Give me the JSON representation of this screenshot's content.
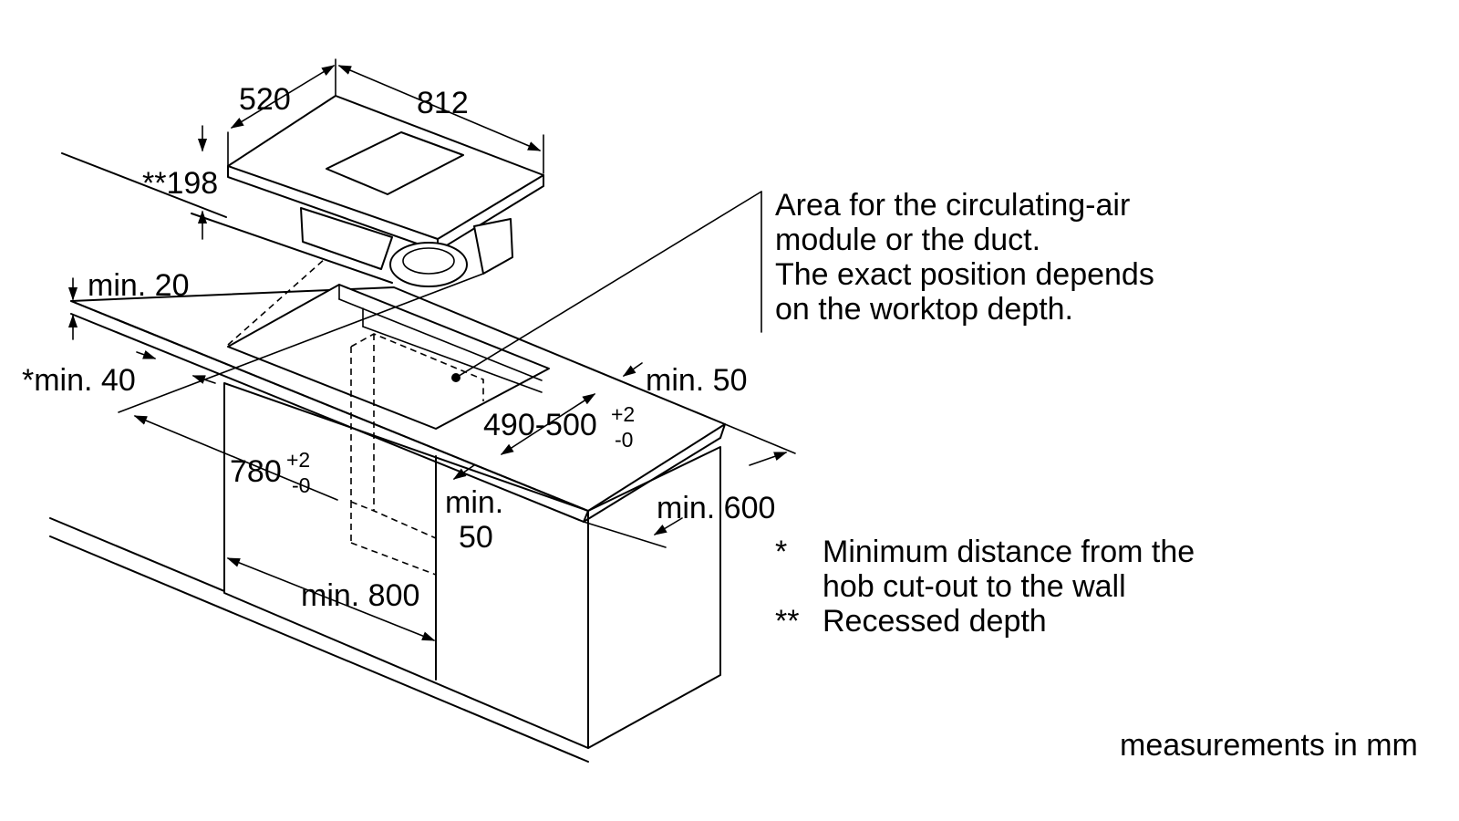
{
  "dimensions": {
    "hob_depth": "520",
    "hob_width": "812",
    "recessed_depth": "**198",
    "min_20": "min. 20",
    "min_40": "*min. 40",
    "min_50_right": "min. 50",
    "cutout_depth_main": "490-500",
    "cutout_depth_plus": "+2",
    "cutout_depth_minus": "-0",
    "cutout_width_main": "780",
    "cutout_width_plus": "+2",
    "cutout_width_minus": "-0",
    "min_50_front_line1": "min.",
    "min_50_front_line2": "50",
    "min_600": "min. 600",
    "min_800": "min. 800"
  },
  "area_note": [
    "Area for the circulating-air",
    "module or the duct.",
    "The exact position depends",
    "on the worktop depth."
  ],
  "legend": [
    {
      "symbol": "*",
      "text_line1": "Minimum distance from the",
      "text_line2": "hob cut-out to the wall"
    },
    {
      "symbol": "**",
      "text_line1": "Recessed depth",
      "text_line2": ""
    }
  ],
  "units_note": "measurements in mm"
}
